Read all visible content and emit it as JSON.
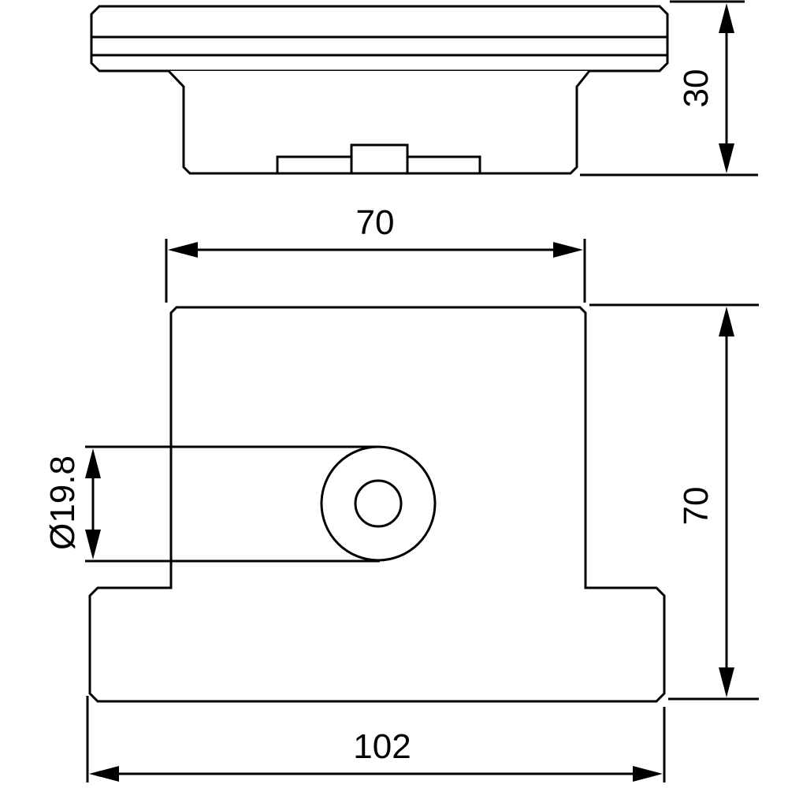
{
  "drawing": {
    "dimensions": {
      "side_height": "30",
      "top_width": "70",
      "side_length": "70",
      "hole_diameter": "Ø19.8",
      "base_width": "102"
    }
  }
}
